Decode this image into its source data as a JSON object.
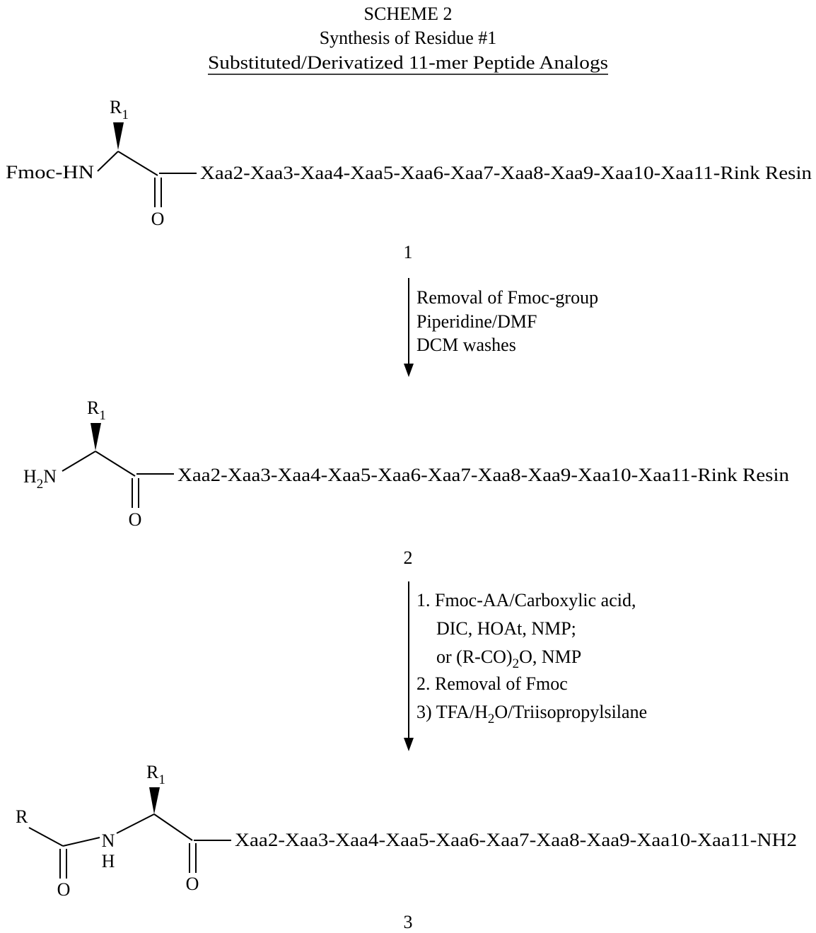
{
  "title": {
    "scheme": "SCHEME 2",
    "subtitle": "Synthesis of Residue #1",
    "subtitle2": "Substituted/Derivatized 11-mer Peptide Analogs"
  },
  "structure1": {
    "substituent": "R",
    "substituent_sub": "1",
    "amine": "Fmoc-HN",
    "oxygen": "O",
    "chain": "Xaa2-Xaa3-Xaa4-Xaa5-Xaa6-Xaa7-Xaa8-Xaa9-Xaa10-Xaa11-Rink Resin",
    "label": "1"
  },
  "arrow1": {
    "line1": "Removal of Fmoc-group",
    "line2": "Piperidine/DMF",
    "line3": "DCM washes"
  },
  "structure2": {
    "substituent": "R",
    "substituent_sub": "1",
    "amine_h": "H",
    "amine_h_sub": "2",
    "amine_n": "N",
    "oxygen": "O",
    "chain": "Xaa2-Xaa3-Xaa4-Xaa5-Xaa6-Xaa7-Xaa8-Xaa9-Xaa10-Xaa11-Rink Resin",
    "label": "2"
  },
  "arrow2": {
    "step1": "1. Fmoc-AA/Carboxylic acid,",
    "step1b": "DIC, HOAt, NMP;",
    "step1c_a": "or (R-CO)",
    "step1c_sub": "2",
    "step1c_b": "O, NMP",
    "step2": "2. Removal of Fmoc",
    "step3_a": "3) TFA/H",
    "step3_sub": "2",
    "step3_b": "O/Triisopropylsilane"
  },
  "structure3": {
    "substituent": "R",
    "substituent_sub": "1",
    "acyl_r": "R",
    "n_label": "N",
    "h_label": "H",
    "oxygen1": "O",
    "oxygen2": "O",
    "chain": "Xaa2-Xaa3-Xaa4-Xaa5-Xaa6-Xaa7-Xaa8-Xaa9-Xaa10-Xaa11-NH2",
    "label": "3"
  }
}
